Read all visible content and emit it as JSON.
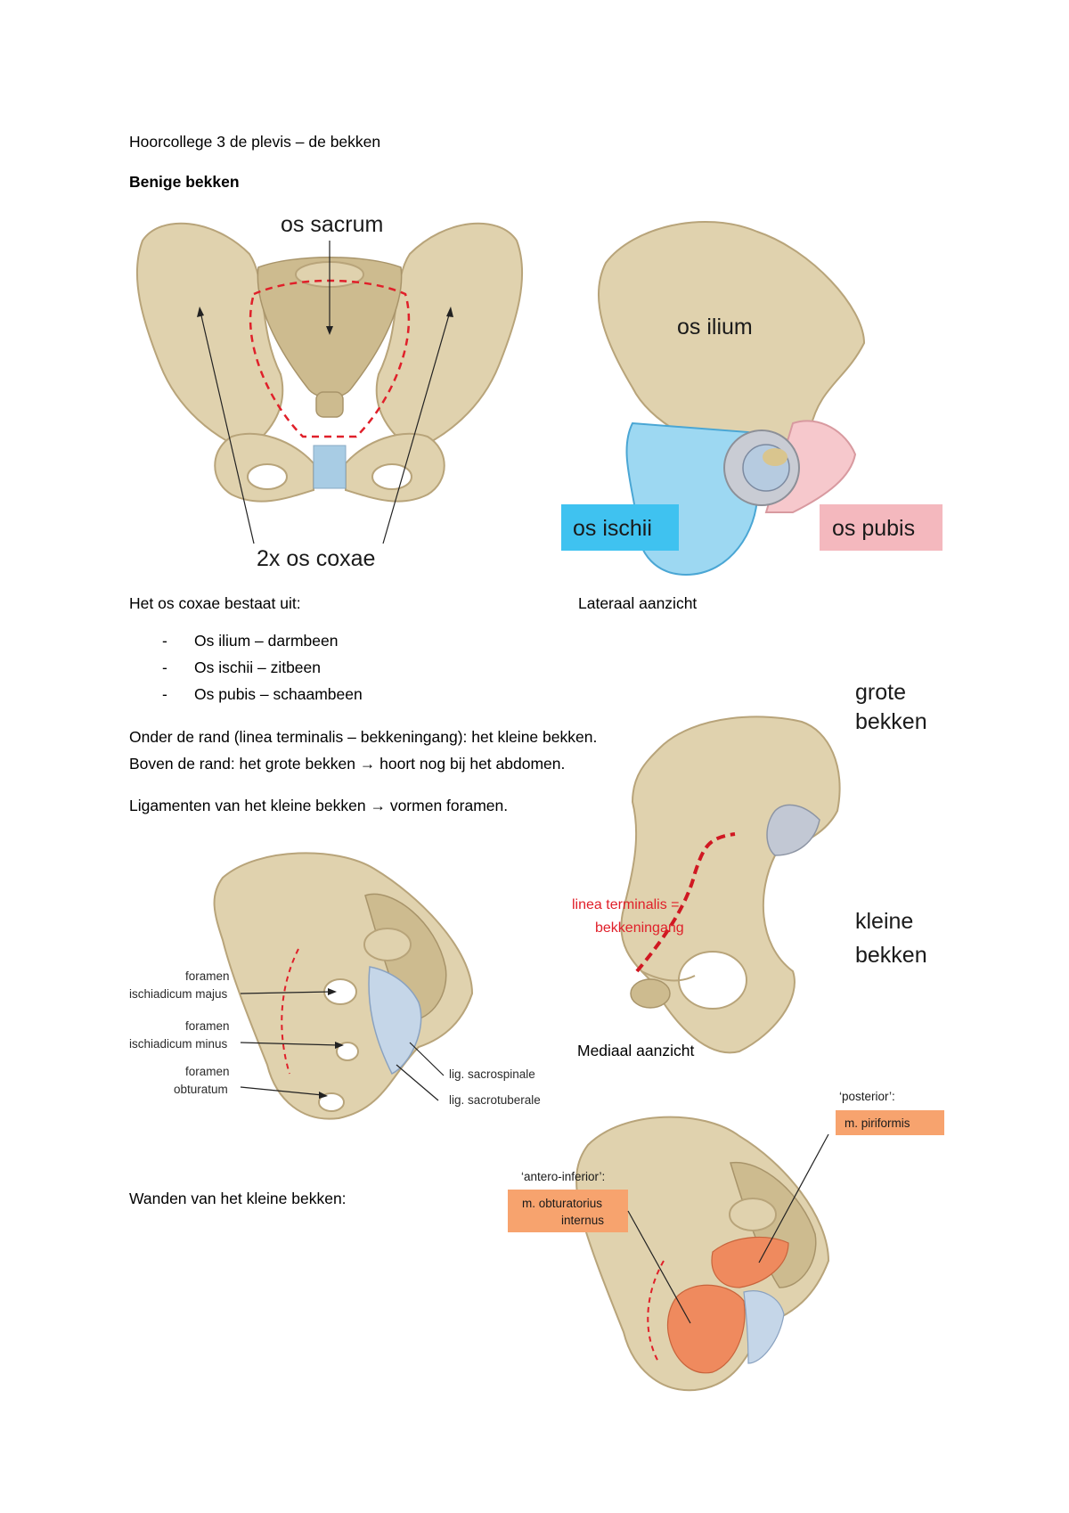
{
  "header": {
    "title": "Hoorcollege 3 de plevis – de bekken",
    "section": "Benige bekken"
  },
  "figure1": {
    "label_sacrum": "os sacrum",
    "label_coxae": "2x os coxae"
  },
  "figure2": {
    "label_ilium": "os ilium",
    "label_ischii": "os ischii",
    "label_pubis": "os pubis",
    "color_ischii": "#3fc2f0",
    "color_pubis": "#f4b8be"
  },
  "text": {
    "coxae_intro": "Het os coxae bestaat uit:",
    "lateral_view": "Lateraal aanzicht",
    "list": [
      "Os ilium – darmbeen",
      "Os ischii – zitbeen",
      "Os pubis – schaambeen"
    ],
    "line_under": "Onder de rand (linea terminalis – bekkeningang): het kleine bekken.",
    "line_above": "Boven de rand: het grote bekken → hoort nog bij het abdomen.",
    "ligaments": "Ligamenten van het kleine bekken → vormen foramen.",
    "walls": "Wanden van het kleine bekken:"
  },
  "figure3": {
    "grote_1": "grote",
    "grote_2": "bekken",
    "kleine_1": "kleine",
    "kleine_2": "bekken",
    "linea_1": "linea terminalis =",
    "linea_2": "bekkeningang",
    "medial_view": "Mediaal aanzicht"
  },
  "figure4": {
    "fim_1": "foramen",
    "fim_2": "ischiadicum majus",
    "fimi_1": "foramen",
    "fimi_2": "ischiadicum minus",
    "fo_1": "foramen",
    "fo_2": "obturatum",
    "lig1": "lig. sacrospinale",
    "lig2": "lig. sacrotuberale"
  },
  "figure5": {
    "posterior": "‘posterior’:",
    "piriformis": "m. piriformis",
    "antero": "‘antero-inferior’:",
    "obt_1": "m. obturatorius",
    "obt_2": "internus",
    "color_label_bg": "#f7a36e"
  }
}
